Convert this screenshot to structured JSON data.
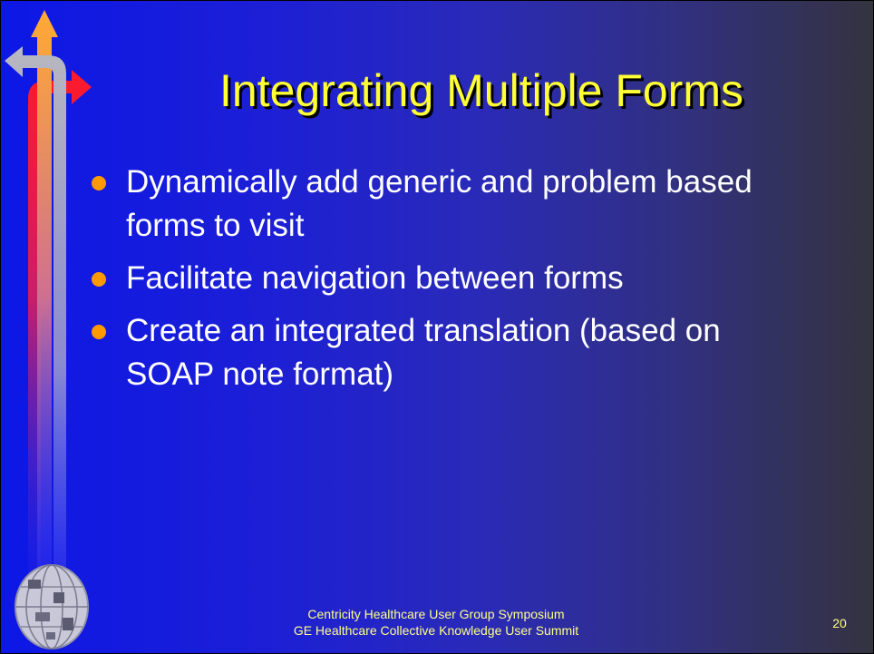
{
  "slide": {
    "title": "Integrating Multiple Forms",
    "bullets": [
      "Dynamically add generic and problem based forms to visit",
      "Facilitate navigation between forms",
      "Create an integrated translation (based on SOAP note format)"
    ],
    "footer_line1": "Centricity Healthcare User Group Symposium",
    "footer_line2": "GE Healthcare Collective Knowledge User Summit",
    "page_number": "20"
  },
  "colors": {
    "title": "#ffff33",
    "bullet_marker": "#ff9900",
    "footer_text": "#ffff88",
    "arrow_red": "#ee2244",
    "arrow_orange": "#ff9922",
    "arrow_grey": "#a0a0a8"
  },
  "icons": [
    "arrows-logo-icon",
    "globe-logo-icon"
  ]
}
